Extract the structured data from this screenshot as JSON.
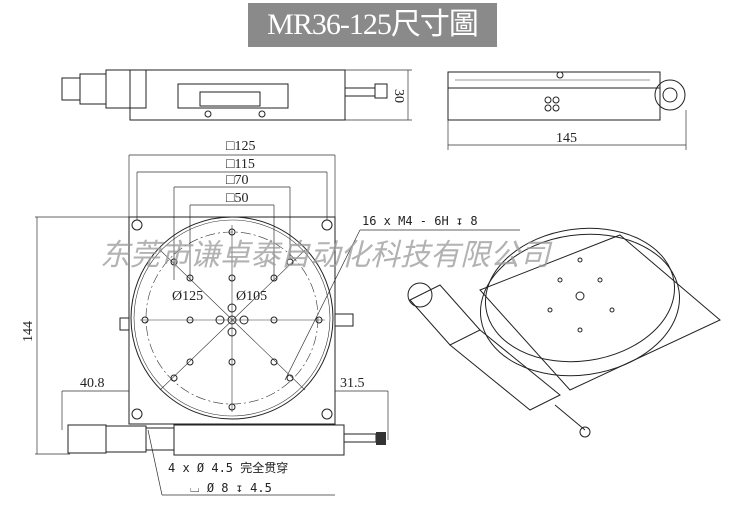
{
  "title": "MR36-125尺寸圖",
  "watermark": "东莞市谦卓泰自动化科技有限公司",
  "dimensions": {
    "side_height": "30",
    "front_width": "145",
    "sq125": "□125",
    "sq115": "□115",
    "sq70": "□70",
    "sq50": "□50",
    "d125": "Ø125",
    "d105": "Ø105",
    "height144": "144",
    "left_offset": "40.8",
    "right_offset": "31.5",
    "tapped_holes": "16 x  M4 - 6H ↧ 8",
    "through_holes": "4 x  Ø  4.5 完全贯穿",
    "counterbore": "⌴  Ø 8 ↧ 4.5"
  }
}
